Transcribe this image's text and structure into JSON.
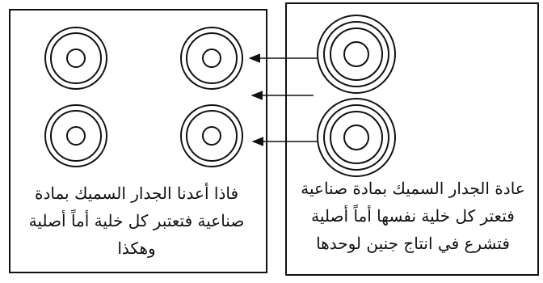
{
  "diagram": {
    "left_panel": {
      "caption_lines": [
        "فاذا أعدنا الجدار السميك بمادة",
        "صناعية فتعتبر كل خلية أماً أصلية",
        "وهكذا"
      ]
    },
    "right_panel": {
      "caption_lines": [
        "عادة الجدار السميك بمادة صناعية",
        "فتعتر كل خلية نفسها أماً أصلية",
        "فتشرع في انتاج جنين لوحدها"
      ]
    }
  },
  "colors": {
    "stroke": "#111111",
    "background": "#ffffff"
  }
}
